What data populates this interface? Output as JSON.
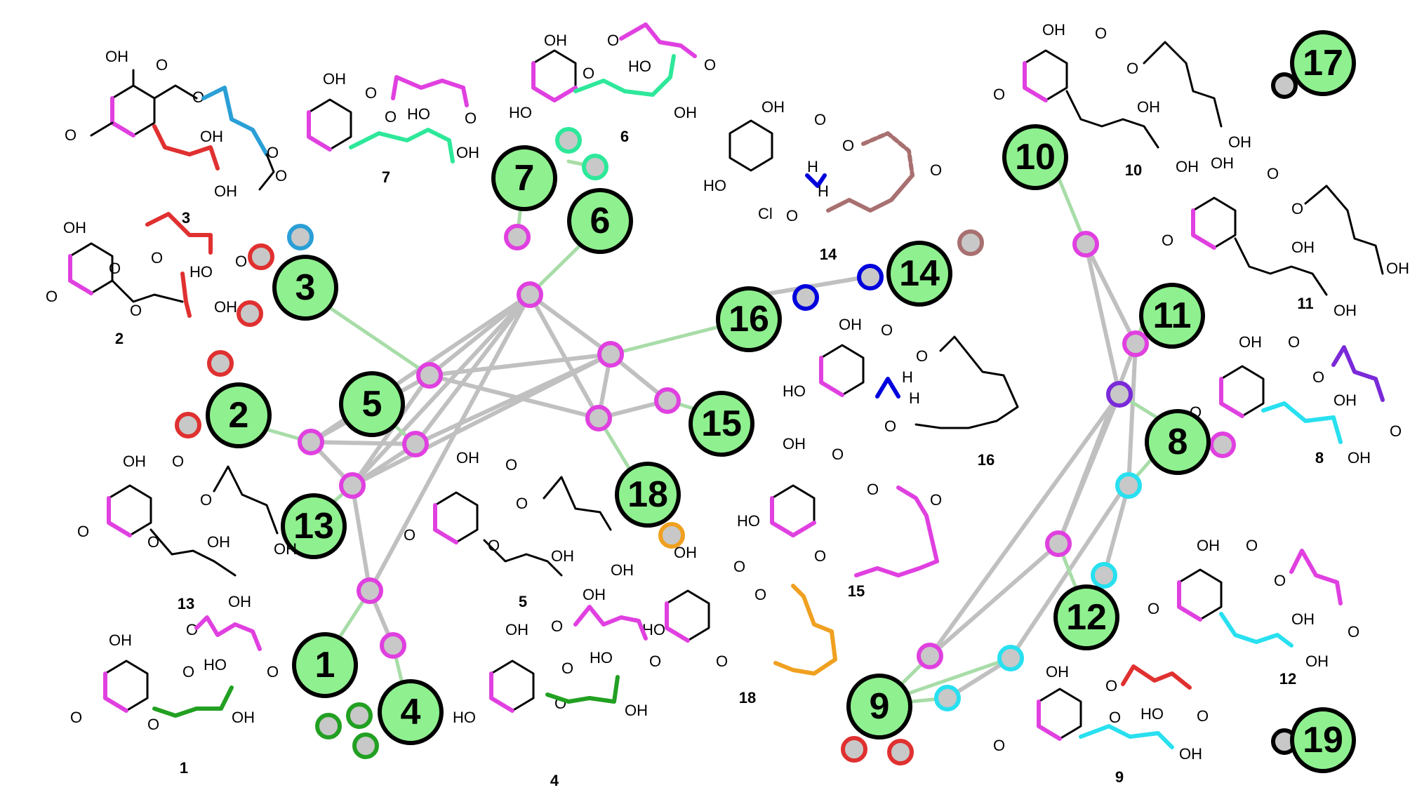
{
  "network": {
    "nodes": [
      {
        "id": "1",
        "label": "1"
      },
      {
        "id": "2",
        "label": "2"
      },
      {
        "id": "3",
        "label": "3"
      },
      {
        "id": "4",
        "label": "4"
      },
      {
        "id": "5",
        "label": "5"
      },
      {
        "id": "6",
        "label": "6"
      },
      {
        "id": "7",
        "label": "7"
      },
      {
        "id": "8",
        "label": "8"
      },
      {
        "id": "9",
        "label": "9"
      },
      {
        "id": "10",
        "label": "10"
      },
      {
        "id": "11",
        "label": "11"
      },
      {
        "id": "12",
        "label": "12"
      },
      {
        "id": "13",
        "label": "13"
      },
      {
        "id": "14",
        "label": "14"
      },
      {
        "id": "15",
        "label": "15"
      },
      {
        "id": "16",
        "label": "16"
      },
      {
        "id": "17",
        "label": "17"
      },
      {
        "id": "18",
        "label": "18"
      },
      {
        "id": "19",
        "label": "19"
      }
    ]
  },
  "structures": [
    {
      "id": "s1",
      "label": "1"
    },
    {
      "id": "s2",
      "label": "2"
    },
    {
      "id": "s3",
      "label": "3"
    },
    {
      "id": "s4",
      "label": "4"
    },
    {
      "id": "s5",
      "label": "5"
    },
    {
      "id": "s6",
      "label": "6"
    },
    {
      "id": "s7",
      "label": "7"
    },
    {
      "id": "s8",
      "label": "8"
    },
    {
      "id": "s9",
      "label": "9"
    },
    {
      "id": "s10",
      "label": "10"
    },
    {
      "id": "s11",
      "label": "11"
    },
    {
      "id": "s12",
      "label": "12"
    },
    {
      "id": "s13",
      "label": "13"
    },
    {
      "id": "s14",
      "label": "14"
    },
    {
      "id": "s15",
      "label": "15"
    },
    {
      "id": "s16",
      "label": "16"
    },
    {
      "id": "s18",
      "label": "18"
    }
  ],
  "atoms": {
    "OH": "OH",
    "HO": "HO",
    "O": "O",
    "Cl": "Cl",
    "H": "H"
  },
  "colors": {
    "node_fill": "#8ff08f",
    "hub_fill": "#c8c8c8",
    "edge_gray": "#c0c0c0",
    "edge_green": "#a8dca8",
    "magenta": "#e040e0",
    "red": "#e03030",
    "blue_hl": "#2a9fd6",
    "green_hl": "#2ee89a",
    "dark_green": "#22a022",
    "cyan": "#28e0f0",
    "purple": "#7a2ad8",
    "orange": "#f0a020",
    "brown": "#a87070",
    "blue": "#0000dd",
    "black": "#000000"
  }
}
